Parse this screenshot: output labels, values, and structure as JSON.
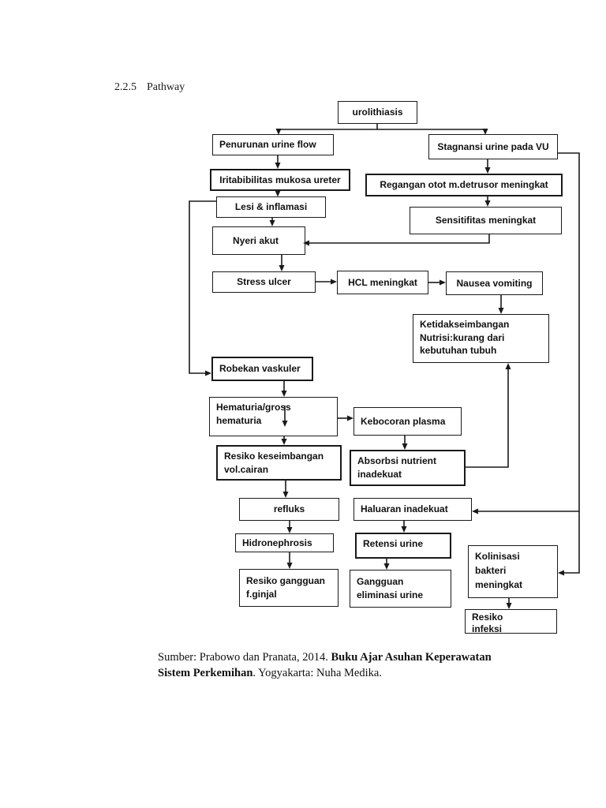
{
  "page": {
    "heading": {
      "number": "2.2.5",
      "title": "Pathway"
    },
    "caption": {
      "prefix": "Sumber: Prabowo dan Pranata, 2014. ",
      "book_title": "Buku Ajar Asuhan Keperawatan Sistem Perkemihan",
      "suffix": ". Yogyakarta: Nuha Medika."
    }
  },
  "colors": {
    "background": "#ffffff",
    "line": "#1a1a1a",
    "text": "#111111"
  },
  "diagram": {
    "subject": "urolithiasis",
    "nodes": {
      "urolithiasis": {
        "label": "urolithiasis"
      },
      "penurunan": {
        "label": "Penurunan urine flow"
      },
      "iritabibilitas": {
        "label": "Iritabibilitas mukosa ureter"
      },
      "lesi": {
        "label": "Lesi & inflamasi"
      },
      "nyeri": {
        "label": "Nyeri akut"
      },
      "stress": {
        "label": "Stress ulcer"
      },
      "hcl": {
        "label": "HCL meningkat"
      },
      "nausea": {
        "label": "Nausea vomiting"
      },
      "ketidakseimbangan": {
        "label": "Ketidakseimbangan\nNutrisi:kurang dari\nkebutuhan tubuh"
      },
      "stagnansi": {
        "label": "Stagnansi urine pada VU"
      },
      "regangan": {
        "label": "Regangan otot m.detrusor meningkat"
      },
      "sensitifitas": {
        "label": "Sensitifitas meningkat"
      },
      "robekan": {
        "label": "Robekan vaskuler"
      },
      "hematuria": {
        "label": "Hematuria/gross\nhematuria"
      },
      "kebocoran": {
        "label": "Kebocoran plasma"
      },
      "resiko_cairan": {
        "label": "Resiko keseimbangan\nvol.cairan"
      },
      "absorbsi": {
        "label": "Absorbsi nutrient\ninadekuat"
      },
      "refluks": {
        "label": "refluks"
      },
      "hidronephrosis": {
        "label": "Hidronephrosis"
      },
      "resiko_ginjal": {
        "label": "Resiko gangguan\nf.ginjal"
      },
      "haluaran": {
        "label": "Haluaran inadekuat"
      },
      "retensi": {
        "label": "Retensi urine"
      },
      "gangguan_eliminasi": {
        "label": "Gangguan\neliminasi urine"
      },
      "kolinisasi": {
        "label": "Kolinisasi\nbakteri\nmeningkat"
      },
      "resiko_infeksi": {
        "label": "Resiko\ninfeksi"
      }
    },
    "edges": [
      {
        "from": "urolithiasis",
        "to": "penurunan"
      },
      {
        "from": "urolithiasis",
        "to": "stagnansi"
      },
      {
        "from": "penurunan",
        "to": "iritabibilitas"
      },
      {
        "from": "iritabibilitas",
        "to": "lesi"
      },
      {
        "from": "lesi",
        "to": "nyeri"
      },
      {
        "from": "lesi",
        "to": "robekan"
      },
      {
        "from": "nyeri",
        "to": "stress"
      },
      {
        "from": "stress",
        "to": "hcl"
      },
      {
        "from": "hcl",
        "to": "nausea"
      },
      {
        "from": "nausea",
        "to": "ketidakseimbangan"
      },
      {
        "from": "stagnansi",
        "to": "regangan"
      },
      {
        "from": "stagnansi",
        "to": "haluaran"
      },
      {
        "from": "stagnansi",
        "to": "kolinisasi"
      },
      {
        "from": "regangan",
        "to": "sensitifitas"
      },
      {
        "from": "sensitifitas",
        "to": "nyeri"
      },
      {
        "from": "robekan",
        "to": "hematuria"
      },
      {
        "from": "hematuria",
        "to": "kebocoran"
      },
      {
        "from": "hematuria",
        "to": "resiko_cairan"
      },
      {
        "from": "kebocoran",
        "to": "absorbsi"
      },
      {
        "from": "absorbsi",
        "to": "ketidakseimbangan"
      },
      {
        "from": "resiko_cairan",
        "to": "refluks"
      },
      {
        "from": "refluks",
        "to": "hidronephrosis"
      },
      {
        "from": "hidronephrosis",
        "to": "resiko_ginjal"
      },
      {
        "from": "haluaran",
        "to": "retensi"
      },
      {
        "from": "retensi",
        "to": "gangguan_eliminasi"
      },
      {
        "from": "kolinisasi",
        "to": "resiko_infeksi"
      }
    ]
  }
}
